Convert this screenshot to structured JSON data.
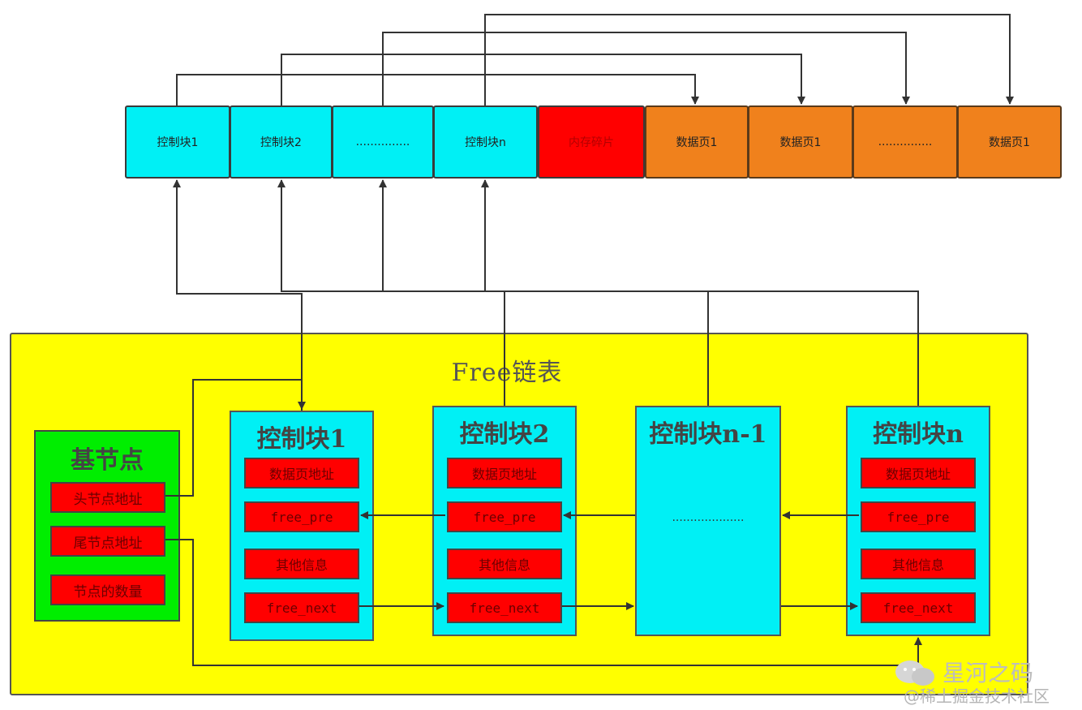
{
  "memory_row": [
    {
      "label": "控制块1",
      "kind": "control"
    },
    {
      "label": "控制块2",
      "kind": "control"
    },
    {
      "label": "...............",
      "kind": "control"
    },
    {
      "label": "控制块n",
      "kind": "control"
    },
    {
      "label": "内存碎片",
      "kind": "fragment"
    },
    {
      "label": "数据页1",
      "kind": "data"
    },
    {
      "label": "数据页1",
      "kind": "data"
    },
    {
      "label": "...............",
      "kind": "data"
    },
    {
      "label": "数据页1",
      "kind": "data"
    }
  ],
  "free_list": {
    "title": "Free链表",
    "base_node": {
      "title": "基节点",
      "fields": [
        "头节点地址",
        "尾节点地址",
        "节点的数量"
      ]
    },
    "blocks": [
      {
        "title": "控制块1",
        "fields": [
          "数据页地址",
          "free_pre",
          "其他信息",
          "free_next"
        ]
      },
      {
        "title": "控制块2",
        "fields": [
          "数据页地址",
          "free_pre",
          "其他信息",
          "free_next"
        ]
      },
      {
        "title": "控制块n-1",
        "placeholder": "...................."
      },
      {
        "title": "控制块n",
        "fields": [
          "数据页地址",
          "free_pre",
          "其他信息",
          "free_next"
        ]
      }
    ]
  },
  "colors": {
    "control": "#00f0f5",
    "fragment": "#ff0000",
    "data": "#f0811c",
    "panel": "#ffff00",
    "base": "#00ee00"
  },
  "watermark": {
    "name": "星河之码",
    "sub": "@稀土掘金技术社区"
  }
}
